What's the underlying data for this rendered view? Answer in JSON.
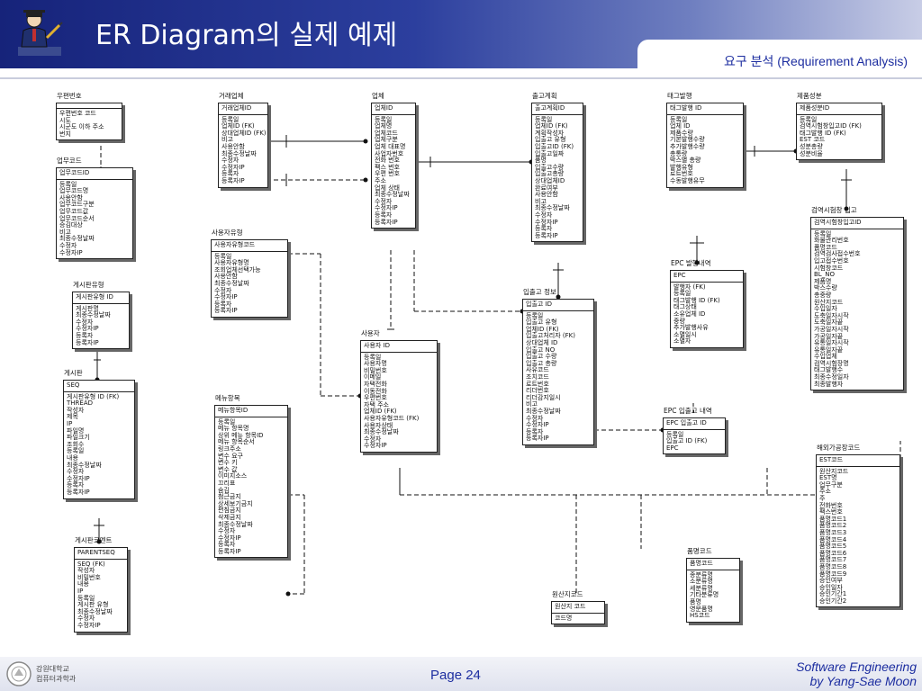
{
  "header": {
    "title": "ER Diagram의 실제 예제",
    "subtitle": "요구 분석 (Requirement Analysis)"
  },
  "footer": {
    "university": [
      "강원대학교",
      "컴퓨터과학과"
    ],
    "page": "Page 24",
    "credit": [
      "Software Engineering",
      "by Yang-Sae Moon"
    ]
  },
  "colors": {
    "header_dark": "#16237a",
    "accent_text": "#1d2ea0"
  },
  "entities": [
    {
      "name": "우편번호",
      "key": "",
      "attrs": [
        "우편번호 코드",
        "시도",
        "시군도 이하 주소",
        "번지"
      ]
    },
    {
      "name": "업무코드",
      "key": "업무코드ID",
      "attrs": [
        "등록일",
        "업무코드명",
        "사용안함",
        "업무코드구분",
        "업무코드값",
        "업무코드순서",
        "승김대상",
        "비고",
        "최종수정날짜",
        "수정자",
        "수정자IP"
      ]
    },
    {
      "name": "게시판유형",
      "key": "게시판유형 ID",
      "attrs": [
        "게시판명",
        "최종수정날짜",
        "수정자",
        "수정자IP",
        "등록자",
        "등록자IP"
      ]
    },
    {
      "name": "게시판",
      "key": "SEQ",
      "attrs": [
        "게시판유형 ID (FK)",
        "THREAD",
        "작성자",
        "제목",
        "IP",
        "파일명",
        "파일크기",
        "조회수",
        "등록일",
        "내용",
        "최종수정날짜",
        "수정자",
        "수정자IP",
        "등록자",
        "등록자IP"
      ]
    },
    {
      "name": "게시판코멘트",
      "key": "PARENTSEQ",
      "attrs": [
        "SEQ (FK)",
        "작성자",
        "비밀번호",
        "내용",
        "IP",
        "등록일",
        "게시판 유형",
        "최종수정날짜",
        "수정자",
        "수정자IP"
      ]
    },
    {
      "name": "거래업체",
      "key": "거래업체ID",
      "attrs": [
        "등록일",
        "업체ID (FK)",
        "상대업체ID (FK)",
        "비고",
        "사용안함",
        "최종수정날짜",
        "수정자",
        "수정자IP",
        "등록자",
        "등록자IP"
      ]
    },
    {
      "name": "사용자유형",
      "key": "사용자유형코드",
      "attrs": [
        "등록일",
        "사용자유형명",
        "조회업체선택가능",
        "사용안함",
        "최종수정날짜",
        "수정자",
        "수정자IP",
        "등록자",
        "등록자IP"
      ]
    },
    {
      "name": "메뉴항목",
      "key": "메뉴항목ID",
      "attrs": [
        "등록일",
        "메뉴 항목명",
        "상위 메뉴 항목ID",
        "메뉴 항목순서",
        "링크주소",
        "변수 요구",
        "변수 키",
        "변수 값",
        "이미지소스",
        "끄리표",
        "숨김",
        "첨근금지",
        "상세보기금지",
        "편침금지",
        "삭제금지",
        "최종수정날짜",
        "수정자",
        "수정자IP",
        "등록자",
        "등록자IP"
      ]
    },
    {
      "name": "업체",
      "key": "업체ID",
      "attrs": [
        "등록일",
        "업체명",
        "업체코드",
        "업체구분",
        "업체 대표명",
        "사업자번호",
        "전화 번호",
        "팩스 번호",
        "우편 번호",
        "주소",
        "업체 상태",
        "최종수정날짜",
        "수정자",
        "수정자IP",
        "등록자",
        "등록자IP"
      ]
    },
    {
      "name": "사용자",
      "key": "사용자 ID",
      "attrs": [
        "등록일",
        "사용자명",
        "비밀번호",
        "이메일",
        "자택전화",
        "이동전화",
        "우편번호",
        "자택 주소",
        "업체ID (FK)",
        "사용자유형코드 (FK)",
        "사용자상태",
        "최종수정날짜",
        "수정자",
        "수정자IP"
      ]
    },
    {
      "name": "출고계획",
      "key": "출고계획ID",
      "attrs": [
        "등록일",
        "업체ID (FK)",
        "계획작성자",
        "입출고 유형",
        "입출고ID (FK)",
        "입출고일짜",
        "품명",
        "입출고수량",
        "입출고총량",
        "상대업체ID",
        "완료여부",
        "사용안함",
        "비고",
        "최종수정날짜",
        "수정자",
        "수정자IP",
        "등록자",
        "등록자IP"
      ]
    },
    {
      "name": "입출고 정보",
      "key": "입출고 ID",
      "attrs": [
        "등록일",
        "입출고 유형",
        "업체ID (FK)",
        "입출고처리자 (FK)",
        "상대업체 ID",
        "입출고 NO",
        "입출고 수량",
        "입출고 총량",
        "사유코드",
        "조치코드",
        "로트번호",
        "리더번호",
        "리더감지일시",
        "비고",
        "최종수정날짜",
        "수정자",
        "수정자IP",
        "등록자",
        "등록자IP"
      ]
    },
    {
      "name": "태그발행",
      "key": "태그발행 ID",
      "attrs": [
        "등록일",
        "업체 ID",
        "제품수량",
        "기본발행수량",
        "추가발행수량",
        "총통량",
        "박스별 총량",
        "발행유형",
        "로트번호",
        "수동발행유무"
      ]
    },
    {
      "name": "EPC 발행내역",
      "key": "EPC",
      "attrs": [
        "발행자 (FK)",
        "등록일",
        "태그발행 ID (FK)",
        "태그상태",
        "소유업체 ID",
        "중량",
        "추가발행사유",
        "소멸일시",
        "소멸자"
      ]
    },
    {
      "name": "EPC 입출고 내역",
      "key": "EPC 입출고 ID",
      "attrs": [
        "등록일",
        "입출고 ID (FK)",
        "EPC"
      ]
    },
    {
      "name": "제품성분",
      "key": "제품성분ID",
      "attrs": [
        "등록일",
        "검역시험창입고ID (FK)",
        "태그발행 ID (FK)",
        "EST 코드",
        "성분총량",
        "성분비율"
      ]
    },
    {
      "name": "검역시험창 입고",
      "key": "검역시험창입고ID",
      "attrs": [
        "등록일",
        "화물관리번호",
        "품명코드",
        "검역검사접수번호",
        "입고접수번호",
        "시험창코드",
        "BL_NO",
        "제품명",
        "박스수량",
        "총중량",
        "원산지코드",
        "수입일자",
        "도축일자시작",
        "도축일자끝",
        "가공일자시작",
        "가공일자끝",
        "유통일자시작",
        "유통일자끝",
        "수입업체",
        "검역시험장명",
        "태그발행수",
        "최종수정일자",
        "최종발행자"
      ]
    },
    {
      "name": "해외가공장코드",
      "key": "EST코드",
      "attrs": [
        "원산지코드",
        "EST명",
        "업무구분",
        "주소",
        "주",
        "전화번호",
        "팩스번호",
        "품명코드1",
        "품명코드2",
        "품명코드3",
        "품명코드4",
        "품명코드5",
        "품명코드6",
        "품명코드7",
        "품명코드8",
        "품명코드9",
        "승인여부",
        "승인일자",
        "승인기간1",
        "승인기간2"
      ]
    },
    {
      "name": "품명코드",
      "key": "품명코드",
      "attrs": [
        "종분류명",
        "소분류명",
        "세분류명",
        "기타분류명",
        "품명",
        "영문품명",
        "HS코드"
      ]
    },
    {
      "name": "원산지코드",
      "key": "원산지 코드",
      "attrs": [
        "코드명"
      ]
    }
  ]
}
